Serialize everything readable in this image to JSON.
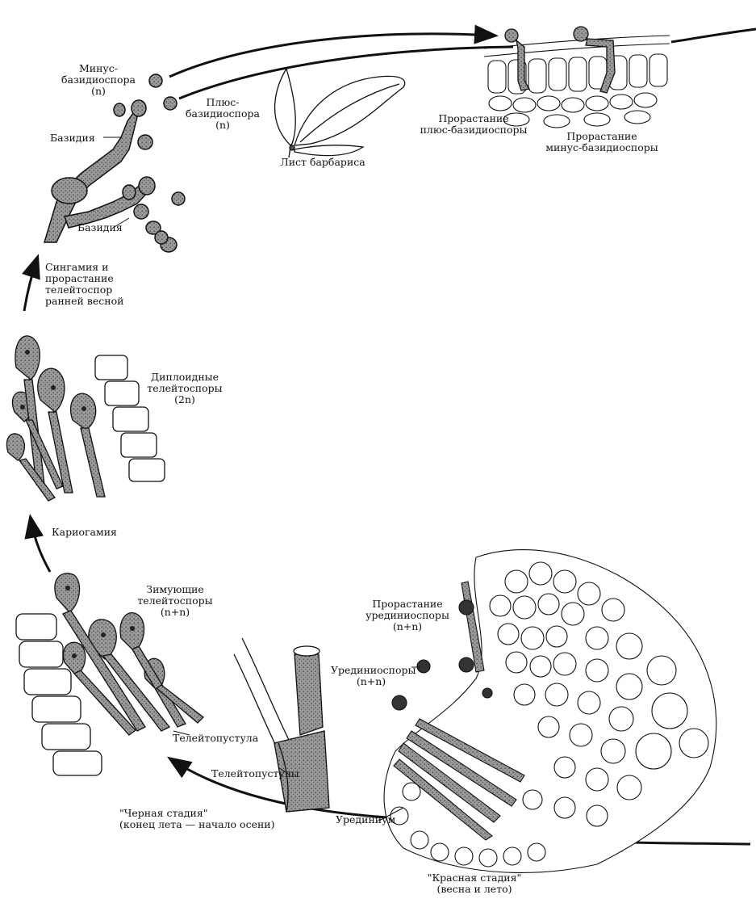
{
  "labels": {
    "minus_basidiospore": "Минус-\nбазидиоспора\n(n)",
    "plus_basidiospore": "Плюс-\nбазидиоспора\n(n)",
    "basidium_top": "Базидия",
    "basidium_bottom": "Базидия",
    "barberry_leaf": "Лист барбариса",
    "plus_germination": "Прорастание\nплюс-базидиоспоры",
    "minus_germination": "Прорастание\nминус-базидиоспоры",
    "syngamy": "Сингамия и\nпрорастание\nтелейтоспор\nранней весной",
    "diploid_teliospores": "Диплоидные\nтелейтоспоры\n(2n)",
    "karyogamy": "Кариогамия",
    "wintering_teliospores": "Зимующие\nтелейтоспоры\n(n+n)",
    "teliopustule": "Телейтопустула",
    "teliopustules": "Телейтопустулы",
    "black_stage": "\"Черная стадия\"\n(конец лета — начало осени)",
    "urediniospore_germination": "Прорастание\nурединиоспоры\n(n+n)",
    "urediniospores": "Урединиоспоры\n(n+n)",
    "uredinium": "Урединиум",
    "red_stage": "\"Красная стадия\"\n(весна и лето)"
  },
  "colors": {
    "ink": "#111111",
    "spore_fill": "#8a8a8a",
    "paper": "#ffffff"
  }
}
